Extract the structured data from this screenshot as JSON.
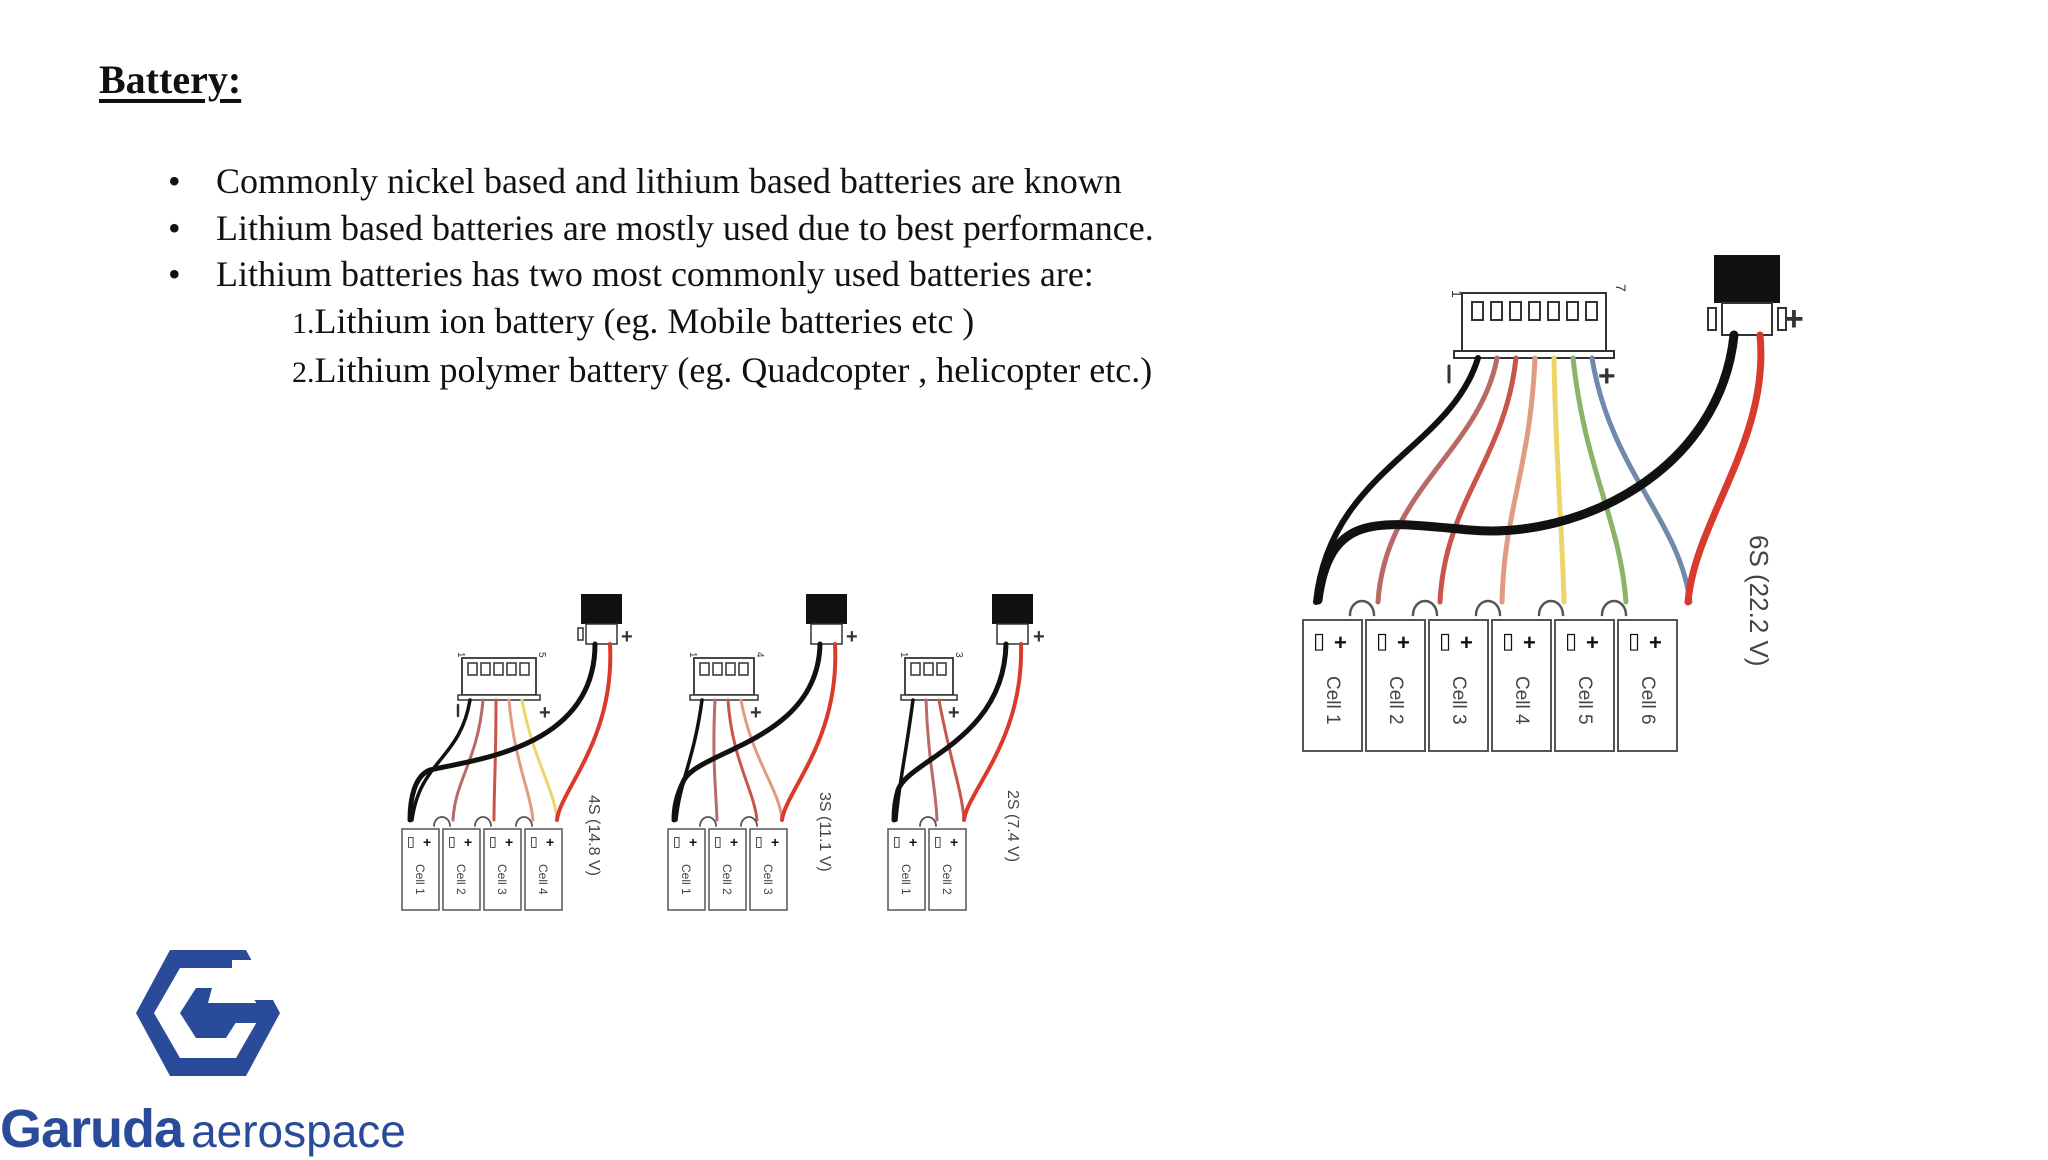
{
  "slide": {
    "title": "Battery:",
    "bullets": [
      "Commonly nickel based and lithium based batteries are known",
      "Lithium based batteries are mostly used due to best performance.",
      "Lithium batteries has two most commonly used batteries are:"
    ],
    "sub_items": [
      {
        "num": "1.",
        "text": "Lithium ion battery  (eg. Mobile batteries etc )"
      },
      {
        "num": "2.",
        "text": "Lithium polymer battery (eg. Quadcopter , helicopter etc.)"
      }
    ]
  },
  "diagrams": {
    "pack_6s": {
      "label": "6S (22.2 V)",
      "pin_first": "1",
      "pin_last": "7",
      "cells": [
        "Cell 1",
        "Cell 2",
        "Cell 3",
        "Cell 4",
        "Cell 5",
        "Cell 6"
      ]
    },
    "pack_4s": {
      "label": "4S (14.8 V)",
      "pin_first": "1",
      "pin_last": "5",
      "cells": [
        "Cell 1",
        "Cell 2",
        "Cell 3",
        "Cell 4"
      ]
    },
    "pack_3s": {
      "label": "3S (11.1 V)",
      "pin_first": "1",
      "pin_last": "4",
      "cells": [
        "Cell 1",
        "Cell 2",
        "Cell 3"
      ]
    },
    "pack_2s": {
      "label": "2S (7.4 V)",
      "pin_first": "1",
      "pin_last": "3",
      "cells": [
        "Cell 1",
        "Cell 2"
      ]
    }
  },
  "logo": {
    "bold": "Garuda",
    "light": "aerospace"
  },
  "colors": {
    "logo_blue": "#2a4a9a",
    "wire_black": "#111111",
    "wire_red": "#d93a2b"
  }
}
